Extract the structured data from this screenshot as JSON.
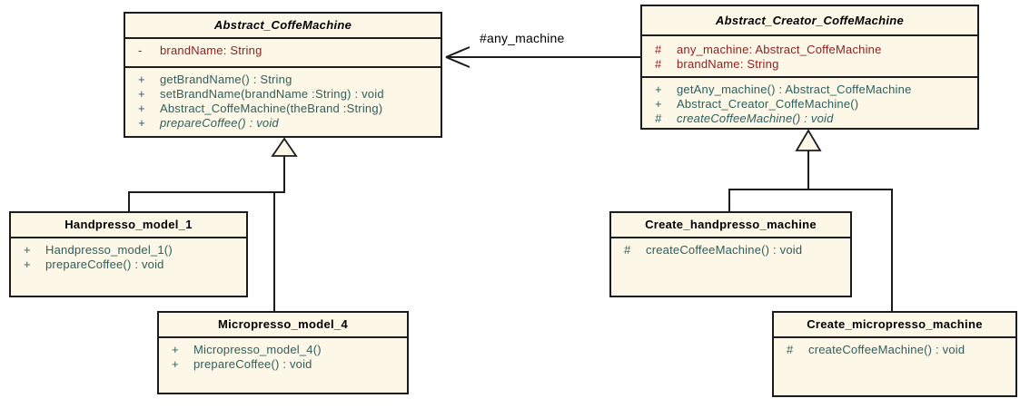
{
  "colors": {
    "box_fill": "#FCF7E6",
    "box_border": "#1C1C1C",
    "title_text": "#000000",
    "attribute_text": "#8B2323",
    "method_text": "#2E5F5F",
    "line_color": "#1C1C1C"
  },
  "relationships": {
    "association_label": "#any_machine"
  },
  "classes": {
    "abstract_coffe_machine": {
      "name": "Abstract_CoffeMachine",
      "attributes": [
        {
          "vis": "-",
          "text": "brandName: String"
        }
      ],
      "methods": [
        {
          "vis": "+",
          "text": "getBrandName() : String"
        },
        {
          "vis": "+",
          "text": "setBrandName(brandName :String) : void"
        },
        {
          "vis": "+",
          "text": "Abstract_CoffeMachine(theBrand :String)"
        },
        {
          "vis": "+",
          "text": "prepareCoffee() : void"
        }
      ]
    },
    "abstract_creator_coffe_machine": {
      "name": "Abstract_Creator_CoffeMachine",
      "attributes": [
        {
          "vis": "#",
          "text": "any_machine: Abstract_CoffeMachine"
        },
        {
          "vis": "#",
          "text": "brandName: String"
        }
      ],
      "methods": [
        {
          "vis": "+",
          "text": "getAny_machine() : Abstract_CoffeMachine"
        },
        {
          "vis": "+",
          "text": "Abstract_Creator_CoffeMachine()"
        },
        {
          "vis": "#",
          "text": "createCoffeeMachine() : void"
        }
      ]
    },
    "handpresso_model_1": {
      "name": "Handpresso_model_1",
      "methods": [
        {
          "vis": "+",
          "text": "Handpresso_model_1()"
        },
        {
          "vis": "+",
          "text": "prepareCoffee() : void"
        }
      ]
    },
    "micropresso_model_4": {
      "name": "Micropresso_model_4",
      "methods": [
        {
          "vis": "+",
          "text": "Micropresso_model_4()"
        },
        {
          "vis": "+",
          "text": "prepareCoffee() : void"
        }
      ]
    },
    "create_handpresso_machine": {
      "name": "Create_handpresso_machine",
      "methods": [
        {
          "vis": "#",
          "text": "createCoffeeMachine() : void"
        }
      ]
    },
    "create_micropresso_machine": {
      "name": "Create_micropresso_machine",
      "methods": [
        {
          "vis": "#",
          "text": "createCoffeeMachine() : void"
        }
      ]
    }
  }
}
